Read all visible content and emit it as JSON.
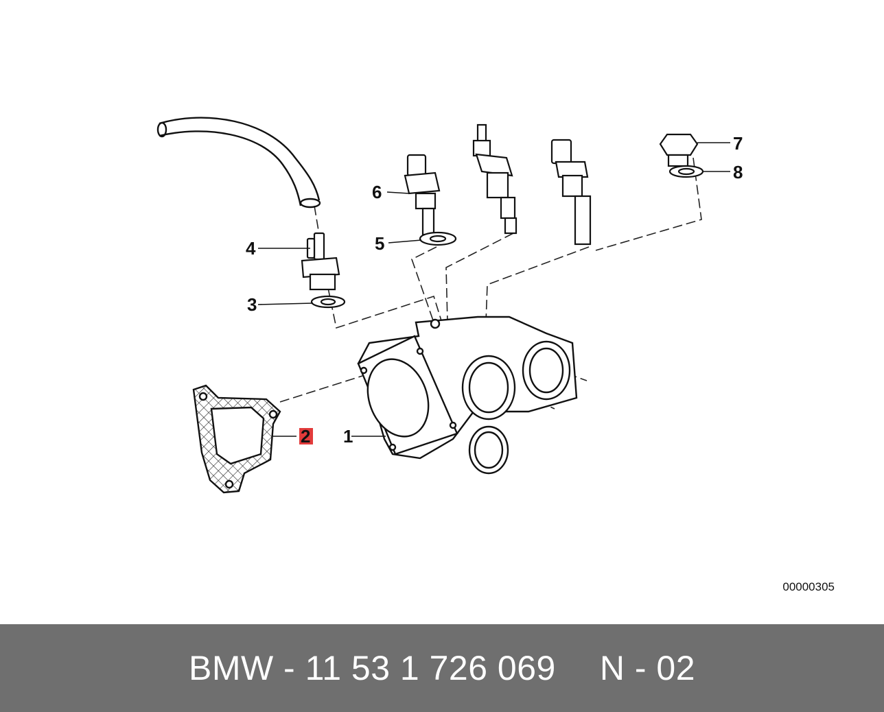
{
  "callouts": {
    "c1": "1",
    "c2": "2",
    "c3": "3",
    "c4": "4",
    "c5": "5",
    "c6": "6",
    "c7": "7",
    "c8": "8"
  },
  "highlight_color": "#e23b3b",
  "reference_number": "00000305",
  "footer": {
    "part_number": "BMW - 11 53 1 726 069",
    "position": "N - 02"
  }
}
